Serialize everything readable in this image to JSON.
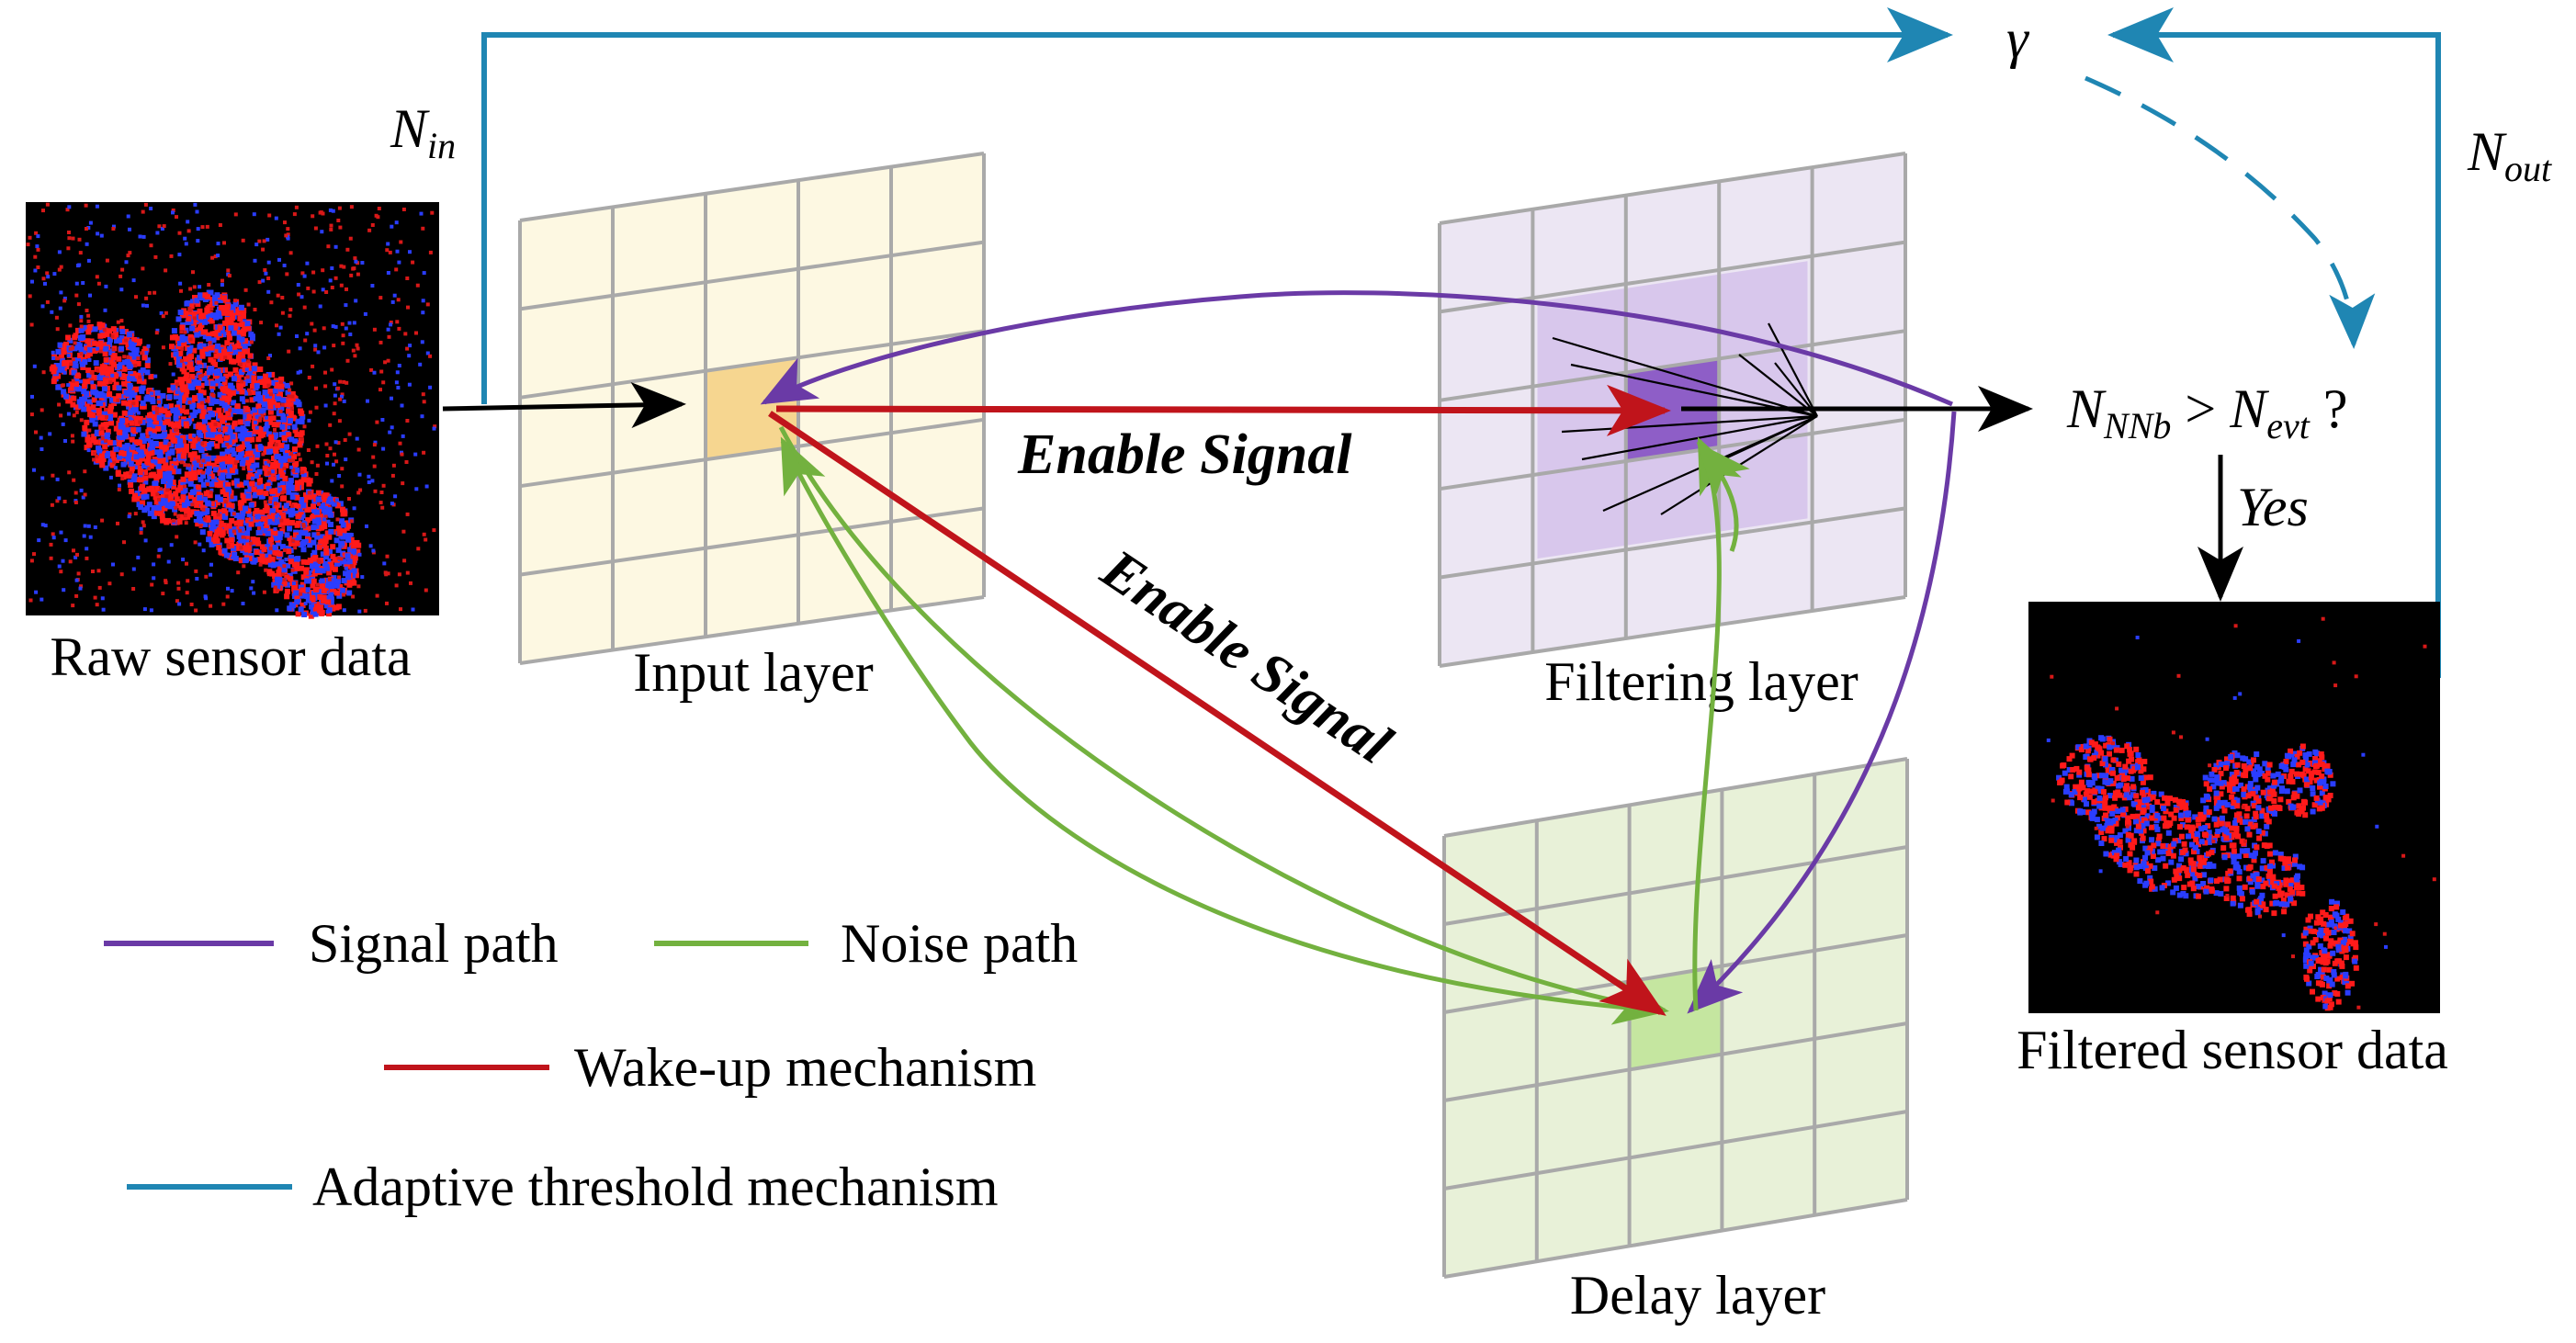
{
  "labels": {
    "raw": "Raw sensor data",
    "input_layer": "Input layer",
    "filtering_layer": "Filtering layer",
    "delay_layer": "Delay layer",
    "filtered": "Filtered sensor data",
    "enable1": "Enable Signal",
    "enable2": "Enable Signal",
    "yes": "Yes"
  },
  "math": {
    "gamma": "γ",
    "n_in_main": "N",
    "n_in_sub": "in",
    "n_out_main": "N",
    "n_out_sub": "out",
    "cond_n1": "N",
    "cond_sub1": "NNb",
    "cond_gt": " > ",
    "cond_n2": "N",
    "cond_sub2": "evt",
    "cond_q": " ?"
  },
  "legend": {
    "signal_path": "Signal path",
    "noise_path": "Noise path",
    "wakeup": "Wake-up mechanism",
    "adaptive": "Adaptive threshold mechanism"
  },
  "colors": {
    "signal": "#6a3aa6",
    "noise": "#73b13f",
    "wakeup": "#c0141b",
    "adaptive": "#1f86b3",
    "input_fill": "#fdf8e2",
    "input_active": "#f6d690",
    "filter_fill": "#ece6f3",
    "filter_mid": "#d8c7ec",
    "filter_active": "#8e5ec7",
    "delay_fill": "#e8f1d8",
    "delay_active": "#c5e6a0"
  },
  "icons": {
    "raw_image": "event-camera-frame-raw",
    "filtered_image": "event-camera-frame-filtered"
  }
}
